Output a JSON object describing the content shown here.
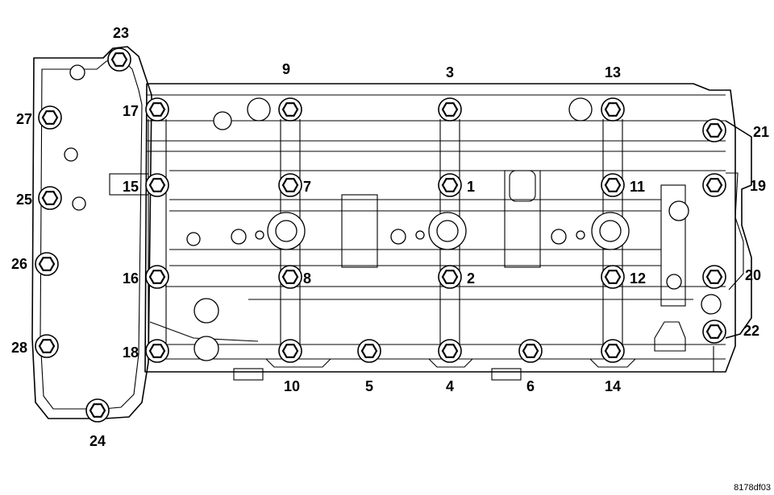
{
  "figure_id": "8178df03",
  "bolt_labels": [
    "1",
    "2",
    "3",
    "4",
    "5",
    "6",
    "7",
    "8",
    "9",
    "10",
    "11",
    "12",
    "13",
    "14",
    "15",
    "16",
    "17",
    "18",
    "19",
    "20",
    "21",
    "22",
    "23",
    "24",
    "25",
    "26",
    "27",
    "28"
  ]
}
